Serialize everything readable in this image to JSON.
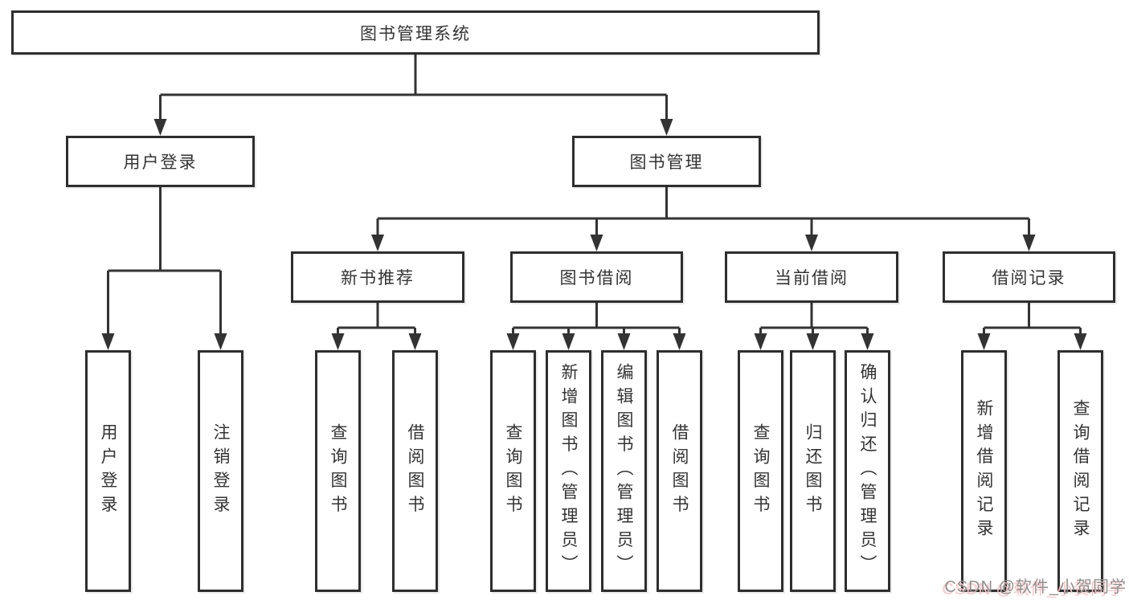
{
  "diagram": {
    "root": {
      "label": "图书管理系统",
      "children": [
        {
          "label": "用户登录",
          "children": [
            {
              "label": "用户登录"
            },
            {
              "label": "注销登录"
            }
          ]
        },
        {
          "label": "图书管理",
          "children": [
            {
              "label": "新书推荐",
              "children": [
                {
                  "label": "查询图书"
                },
                {
                  "label": "借阅图书"
                }
              ]
            },
            {
              "label": "图书借阅",
              "children": [
                {
                  "label": "查询图书"
                },
                {
                  "label": "新增图书（管理员）"
                },
                {
                  "label": "编辑图书（管理员）"
                },
                {
                  "label": "借阅图书"
                }
              ]
            },
            {
              "label": "当前借阅",
              "children": [
                {
                  "label": "查询图书"
                },
                {
                  "label": "归还图书"
                },
                {
                  "label": "确认归还（管理员）"
                }
              ]
            },
            {
              "label": "借阅记录",
              "children": [
                {
                  "label": "新增借阅记录"
                },
                {
                  "label": "查询借阅记录"
                }
              ]
            }
          ]
        }
      ]
    }
  },
  "watermark": {
    "text": "CSDN @软件_小贺同学"
  },
  "colors": {
    "line": "#333333",
    "box_border": "#2e2e2e",
    "text": "#333333",
    "watermark_text": "#8f8f8f",
    "watermark_shadow": "#ffc4c4"
  }
}
